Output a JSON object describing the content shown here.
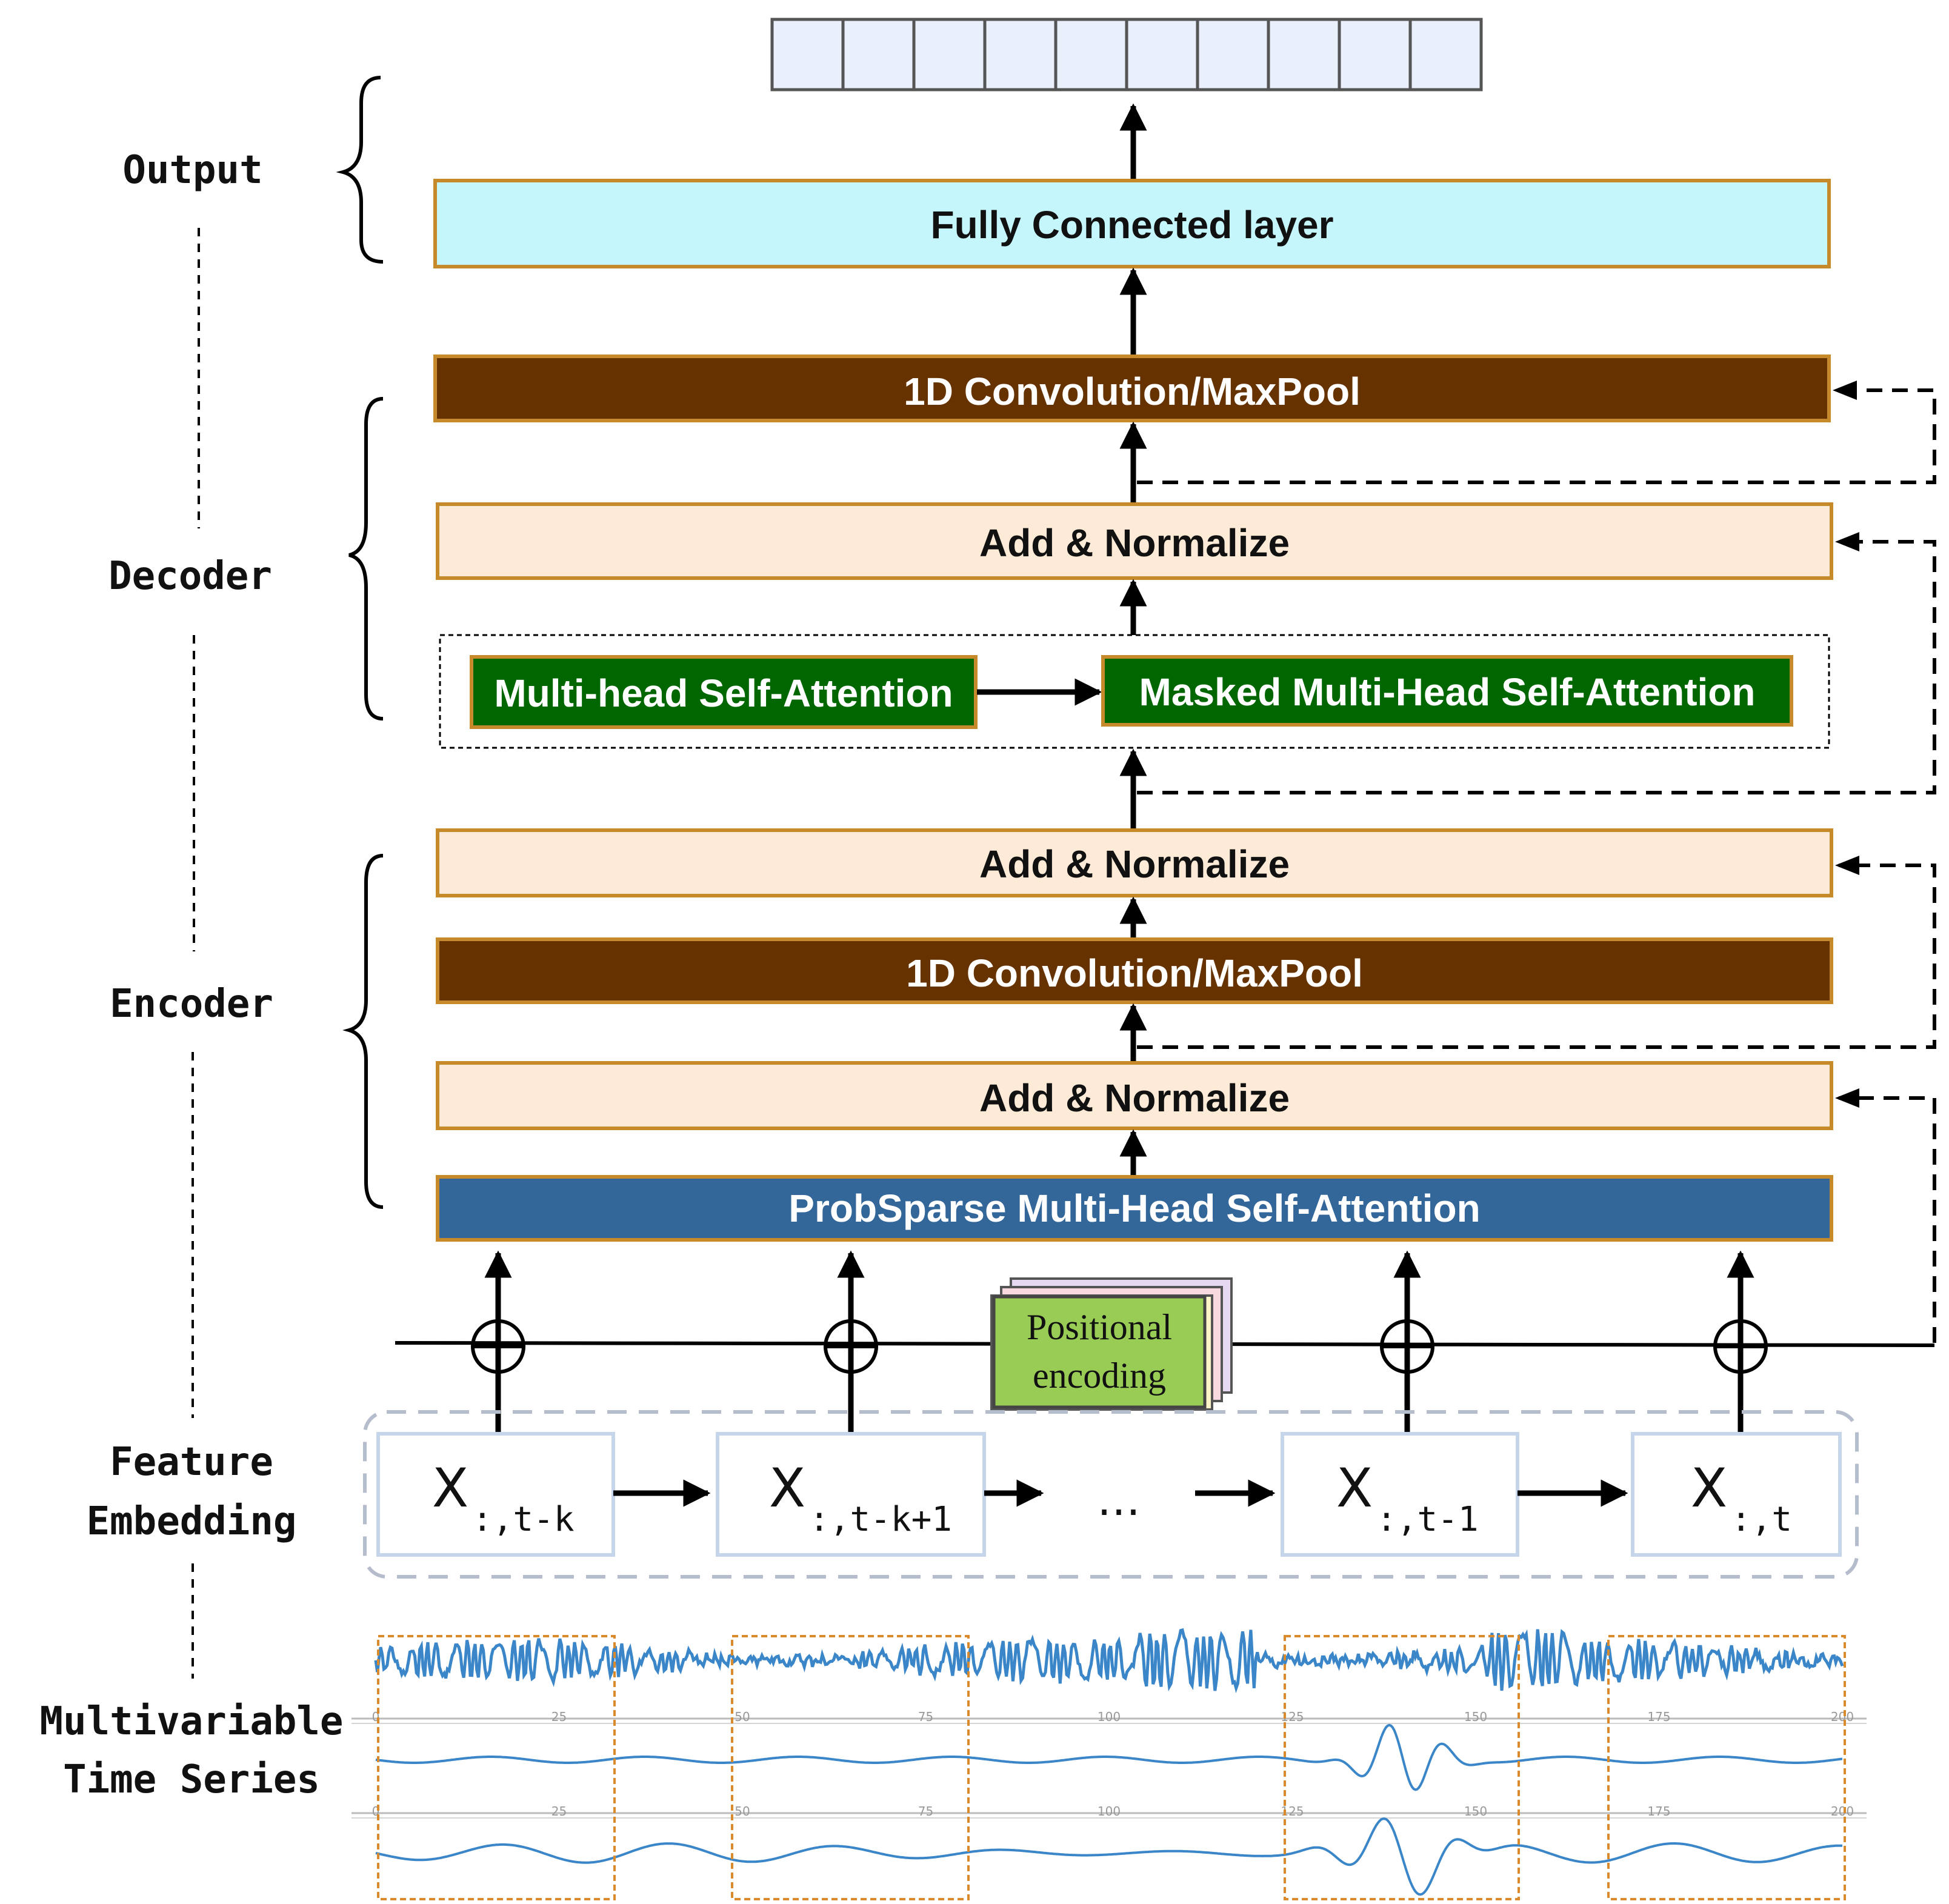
{
  "sections": {
    "output": "Output",
    "decoder": "Decoder",
    "encoder": "Encoder",
    "feature_embedding_1": "Feature",
    "feature_embedding_2": "Embedding",
    "time_series_1": "Multivariable",
    "time_series_2": "Time Series"
  },
  "blocks": {
    "fully_connected": "Fully Connected layer",
    "decoder_conv": "1D Convolution/MaxPool",
    "decoder_add_norm": "Add & Normalize",
    "multihead_attention": "Multi-head Self-Attention",
    "masked_attention": "Masked Multi-Head Self-Attention",
    "encoder_add_norm_top": "Add & Normalize",
    "encoder_conv": "1D Convolution/MaxPool",
    "encoder_add_norm_bottom": "Add & Normalize",
    "probsparse_attention": "ProbSparse Multi-Head Self-Attention",
    "positional_encoding_1": "Positional",
    "positional_encoding_2": "encoding"
  },
  "embedding": {
    "x_symbol": "X",
    "subscripts": [
      ":,t-k",
      ":,t-k+1",
      ":,t-1",
      ":,t"
    ],
    "ellipsis": "…"
  },
  "axis_ticks": [
    "0",
    "25",
    "50",
    "75",
    "100",
    "125",
    "150",
    "175",
    "200"
  ],
  "output_cells": 10,
  "colors": {
    "fully_connected_fill": "#c5f6fb",
    "conv_fill": "#663300",
    "add_norm_fill": "#fdebd8",
    "attention_green": "#006600",
    "probsparse_blue": "#336699",
    "box_border": "#c68a2a",
    "output_cell_fill": "#e9f0fc",
    "positional_green": "#99cc55",
    "signal_blue": "#3a86c8",
    "window_orange": "#d98a2c"
  }
}
